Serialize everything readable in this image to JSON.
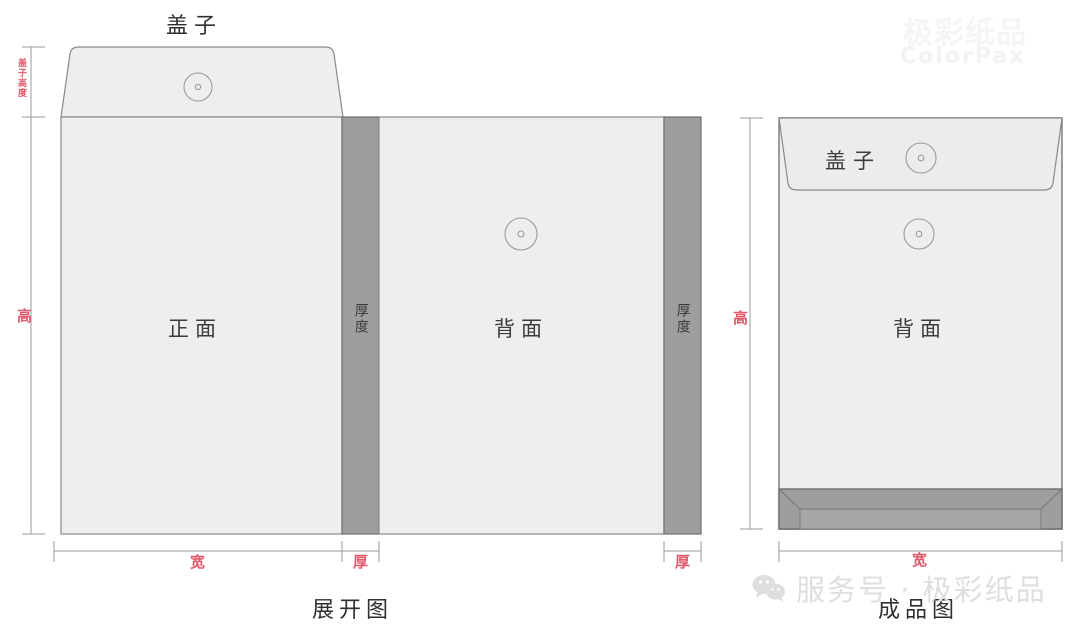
{
  "document": {
    "type": "packaging-dieline",
    "subject": "string-and-button envelope / document pouch"
  },
  "watermark": {
    "brand_cn": "极彩纸品",
    "brand_en": "ColorPax",
    "footer_text": "服务号 · 极彩纸品",
    "wechat_icon": "wechat-icon"
  },
  "views": {
    "unfolded": {
      "caption": "展开图",
      "flap_title": "盖子",
      "panels": {
        "front": "正面",
        "back": "背面",
        "gusset_left": "厚度",
        "gusset_right": "厚度"
      },
      "dimensions": {
        "flap_height": "盖子高度",
        "height": "高",
        "width": "宽",
        "thickness_left": "厚",
        "thickness_right": "厚"
      },
      "closure_icon": "eyelet-disc-icon"
    },
    "finished": {
      "caption": "成品图",
      "flap_label": "盖子",
      "panel_back": "背面",
      "dimensions": {
        "height": "高",
        "width": "宽"
      },
      "closure_icon": "eyelet-disc-icon"
    }
  },
  "colors": {
    "paper_fill": "#eeeeee",
    "gusset_fill": "#9e9e9e",
    "outline": "#6e6e6e",
    "dimension_red": "#e05a6b",
    "text_dark": "#3c3c3c"
  }
}
